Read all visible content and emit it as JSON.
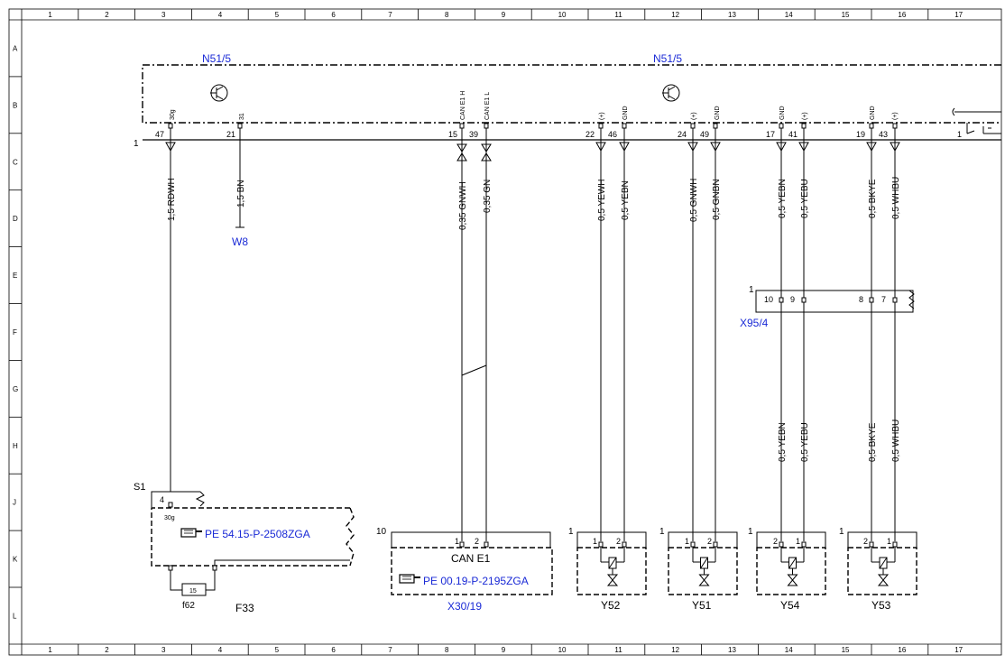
{
  "border": {
    "columns": [
      "1",
      "2",
      "3",
      "4",
      "5",
      "6",
      "7",
      "8",
      "9",
      "10",
      "11",
      "12",
      "13",
      "14",
      "15",
      "16",
      "17"
    ],
    "rows": [
      "A",
      "B",
      "C",
      "D",
      "E",
      "F",
      "G",
      "H",
      "J",
      "K",
      "L"
    ]
  },
  "n51": {
    "label_left": "N51/5",
    "label_right": "N51/5",
    "bus_mark": "1",
    "pin_functions": [
      "30g",
      "31",
      "CAN E1 H",
      "CAN E1 L",
      "(+)",
      "GND",
      "(+)",
      "GND",
      "GND",
      "(+)",
      "GND",
      "(+)"
    ],
    "pin_numbers": [
      "47",
      "21",
      "15",
      "39",
      "22",
      "46",
      "24",
      "49",
      "17",
      "41",
      "19",
      "43",
      "1"
    ]
  },
  "wires": {
    "rdwh": "1,5 RDWH",
    "bn": "1,5 BN",
    "gnwh_can": "0,35 GNWH",
    "gn_can": "0,35 GN",
    "yewh": "0,5 YEWH",
    "yebn_y52": "0,5 YEBN",
    "gnwh_y51": "0,5 GNWH",
    "gnbn_y51": "0,5 GNBN",
    "yebn_top": "0,5 YEBN",
    "yebu_top": "0,5 YEBU",
    "bkye_top": "0,5 BKYE",
    "whbu_top": "0,5 WHBU",
    "yebn_bot": "0,5 YEBN",
    "yebu_bot": "0,5 YEBU",
    "bkye_bot": "0,5 BKYE",
    "whbu_bot": "0,5 WHBU"
  },
  "w8": "W8",
  "x95": {
    "label": "X95/4",
    "mark": "1",
    "pins": [
      "10",
      "9",
      "8",
      "7"
    ]
  },
  "s1": {
    "label": "S1",
    "pin": "4",
    "func": "30g",
    "ref": "PE 54.15-P-2508ZGA"
  },
  "f33": {
    "label": "F33",
    "fuse": "15",
    "fuse_label": "f62"
  },
  "x30": {
    "label": "X30/19",
    "mark": "10",
    "name": "CAN E1",
    "pins": [
      "1",
      "2"
    ],
    "ref": "PE 00.19-P-2195ZGA"
  },
  "valves": [
    {
      "label": "Y52",
      "mark": "1",
      "pins": [
        "1",
        "2"
      ]
    },
    {
      "label": "Y51",
      "mark": "1",
      "pins": [
        "1",
        "2"
      ]
    },
    {
      "label": "Y54",
      "mark": "1",
      "pins": [
        "2",
        "1"
      ]
    },
    {
      "label": "Y53",
      "mark": "1",
      "pins": [
        "2",
        "1"
      ]
    }
  ],
  "ref_icon": "hand-pointer-icon"
}
